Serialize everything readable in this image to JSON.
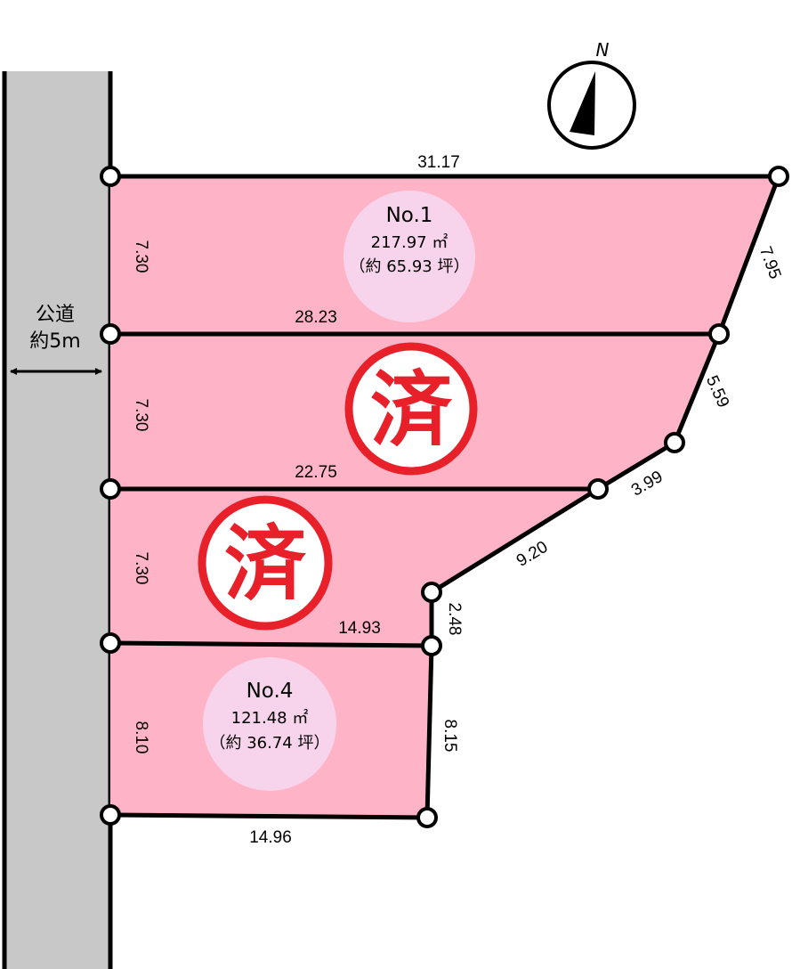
{
  "colors": {
    "lot_fill": "#ffb3c6",
    "badge_fill": "#f8d4ec",
    "road_fill": "#c8c8c8",
    "sold_red": "#e8202a",
    "line": "#000000"
  },
  "compass": {
    "label": "N",
    "icon": "north-arrow-icon"
  },
  "road": {
    "line1": "公道",
    "line2": "約5m"
  },
  "lots": [
    {
      "number": "No.1",
      "area": "217.97 ㎡",
      "tsubo": "（約 65.93 坪）",
      "sold": false
    },
    {
      "sold": true,
      "mark": "済"
    },
    {
      "sold": true,
      "mark": "済"
    },
    {
      "number": "No.4",
      "area": "121.48 ㎡",
      "tsubo": "（約 36.74 坪）",
      "sold": false
    }
  ],
  "dimensions": {
    "top": "31.17",
    "line_1_2": "28.23",
    "line_2_3": "22.75",
    "line_3_4": "14.93",
    "bottom": "14.96",
    "left_1": "7.30",
    "left_2": "7.30",
    "left_3": "7.30",
    "left_4": "8.10",
    "edge_a": "7.95",
    "edge_b": "5.59",
    "edge_c": "3.99",
    "edge_d": "9.20",
    "edge_e": "2.48",
    "edge_f": "8.15"
  }
}
